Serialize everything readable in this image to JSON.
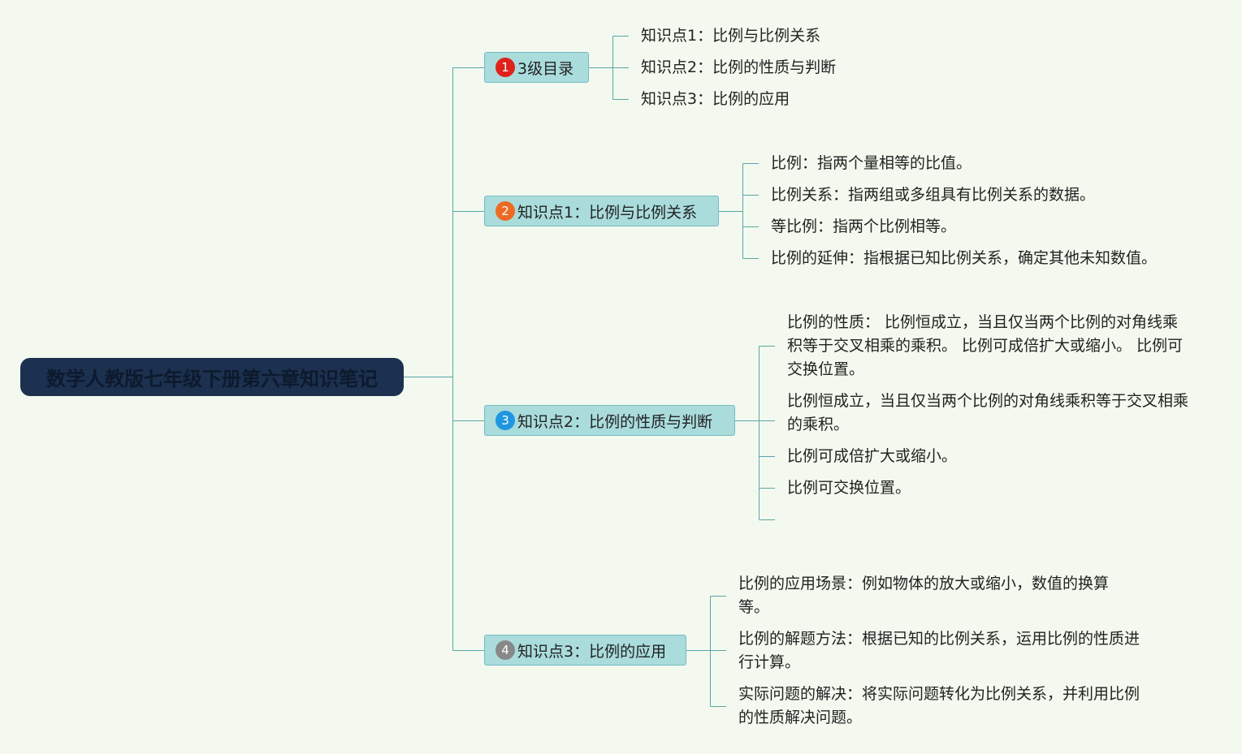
{
  "root": {
    "title": "数学人教版七年级下册第六章知识笔记"
  },
  "branches": [
    {
      "badge": "1",
      "badge_color": "#e0221c",
      "label": "3级目录",
      "children": [
        "知识点1：比例与比例关系",
        "知识点2：比例的性质与判断",
        "知识点3：比例的应用"
      ]
    },
    {
      "badge": "2",
      "badge_color": "#ee6a22",
      "label": "知识点1：比例与比例关系",
      "children": [
        "比例：指两个量相等的比值。",
        "比例关系：指两组或多组具有比例关系的数据。",
        "等比例：指两个比例相等。",
        "比例的延伸：指根据已知比例关系，确定其他未知数值。"
      ]
    },
    {
      "badge": "3",
      "badge_color": "#1f96e0",
      "label": "知识点2：比例的性质与判断",
      "children": [
        "比例的性质： 比例恒成立，当且仅当两个比例的对角线乘积等于交叉相乘的乘积。 比例可成倍扩大或缩小。 比例可交换位置。",
        "比例恒成立，当且仅当两个比例的对角线乘积等于交叉相乘的乘积。",
        "比例可成倍扩大或缩小。",
        "比例可交换位置。",
        ""
      ]
    },
    {
      "badge": "4",
      "badge_color": "#888888",
      "label": "知识点3：比例的应用",
      "children": [
        "比例的应用场景：例如物体的放大或缩小，数值的换算等。",
        "比例的解题方法：根据已知的比例关系，运用比例的性质进行计算。",
        "实际问题的解决：将实际问题转化为比例关系，并利用比例的性质解决问题。"
      ]
    }
  ],
  "colors": {
    "line": "#5aa6a8",
    "root_bg": "#1c3050",
    "branch_bg": "#aadcdc"
  }
}
